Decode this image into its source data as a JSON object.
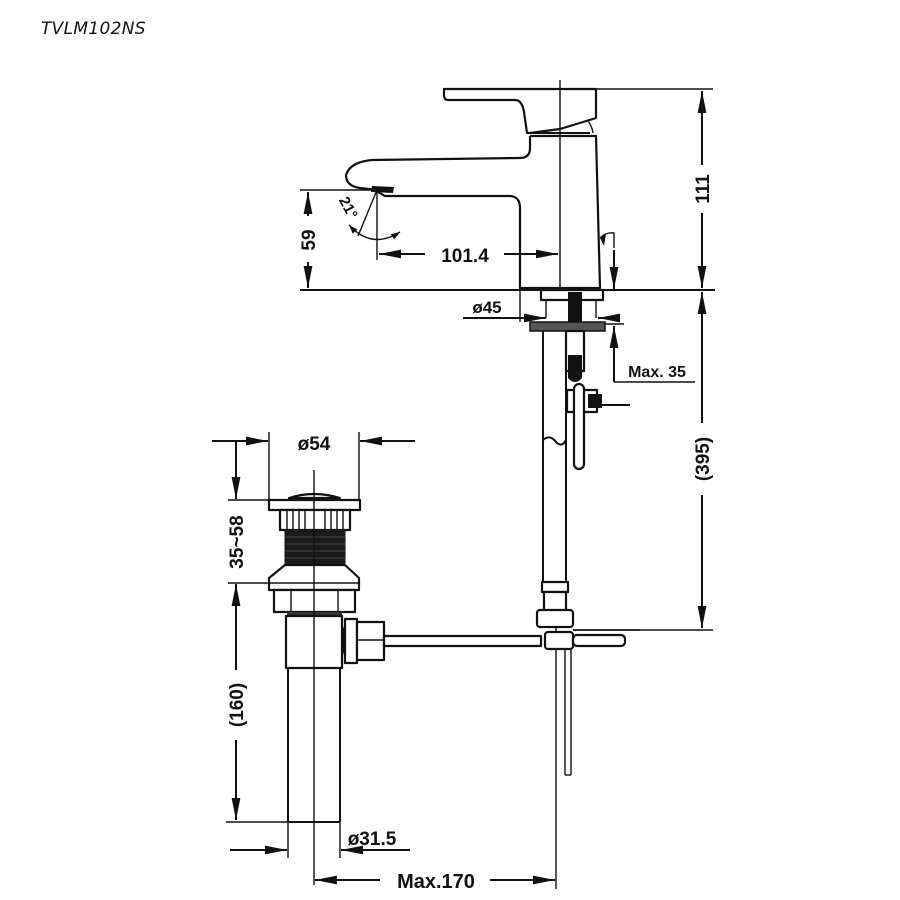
{
  "title": "TVLM102NS",
  "drawing": {
    "type": "technical-dimension-drawing",
    "subject": "single-lever basin faucet with pop-up waste",
    "line_color": "#111111",
    "background": "#ffffff"
  },
  "dimensions": {
    "total_height": "111",
    "spout_height": "59",
    "spout_reach": "101.4",
    "spout_angle": "21°",
    "base_diameter": "ø45",
    "max_counter_thickness": "Max. 35",
    "supply_length": "(395)",
    "drain_cap_diameter": "ø54",
    "drain_cap_adjust": "35~58",
    "drain_length": "(160)",
    "drain_pipe_diameter": "ø31.5",
    "max_rod_distance": "Max.170"
  }
}
